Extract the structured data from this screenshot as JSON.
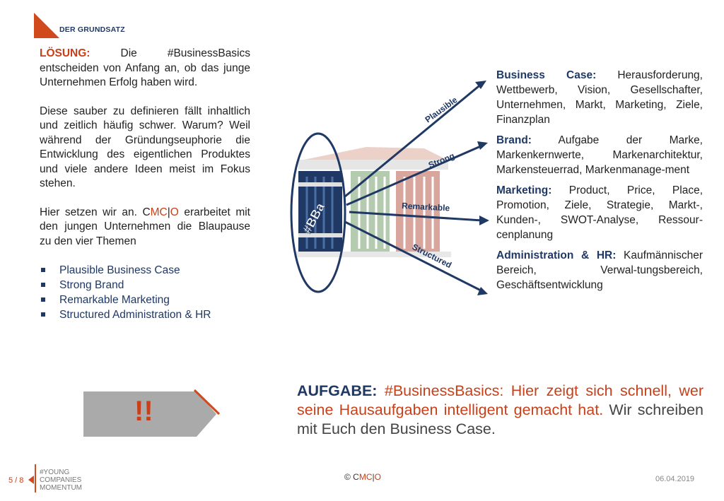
{
  "header": {
    "title": "DER GRUNDSATZ"
  },
  "left": {
    "label": "LÖSUNG:",
    "para1": "Die #BusinessBasics entscheiden von Anfang an, ob das junge Unternehmen Erfolg haben wird.",
    "para2": "Diese sauber zu definieren fällt inhaltlich und zeitlich häufig schwer. Warum? Weil während der Gründungseuphorie die Entwicklung des eigentlichen Produktes und viele andere Ideen meist im Fokus stehen.",
    "para3_prefix": "Hier setzen wir an. C",
    "para3_mc": "MC",
    "para3_bar": "|",
    "para3_o": "O",
    "para3_suffix": " erarbeitet mit den jungen Unternehmen die Blaupause zu den vier Themen",
    "bullets": [
      "Plausible Business Case",
      "Strong Brand",
      "Remarkable Marketing",
      "Structured Administration & HR"
    ]
  },
  "diagram": {
    "center_label": "#BBa",
    "arrows": [
      "Plausible",
      "Strong",
      "Remarkable",
      "Structured"
    ]
  },
  "right": {
    "items": [
      {
        "label": "Business Case:",
        "text": " Herausforderung, Wettbewerb, Vision, Gesellschafter, Unternehmen, Markt, Marketing, Ziele, Finanzplan"
      },
      {
        "label": "Brand:",
        "text": " Aufgabe der Marke, Markenkernwerte, Markenarchitektur, Markensteuerrad, Markenmanage-ment"
      },
      {
        "label": "Marketing:",
        "text": " Product, Price, Place, Promotion, Ziele, Strategie, Markt-, Kunden-, SWOT-Analyse, Ressour-cenplanung"
      },
      {
        "label": "Administration & HR:",
        "text": " Kaufmännischer Bereich, Verwal-tungsbereich, Geschäftsentwicklung"
      }
    ]
  },
  "task": {
    "label": "AUFGABE:",
    "highlight": " #BusinessBasics: Hier zeigt sich schnell, wer seine Hausaufgaben intelligent gemacht hat.",
    "rest": " Wir schreiben mit Euch den Business Case."
  },
  "callout": {
    "text": "!!"
  },
  "footer": {
    "page": "5 / 8",
    "brand_lines": [
      "#YOUNG",
      "COMPANIES",
      "MOMENTUM"
    ],
    "copyright_prefix": "© C",
    "copyright_mc": "MC",
    "copyright_bar": "|",
    "copyright_o": "O",
    "date": "06.04.2019"
  },
  "colors": {
    "accent": "#d04a1e",
    "navy": "#1f3864",
    "gray": "#aaaaaa"
  }
}
